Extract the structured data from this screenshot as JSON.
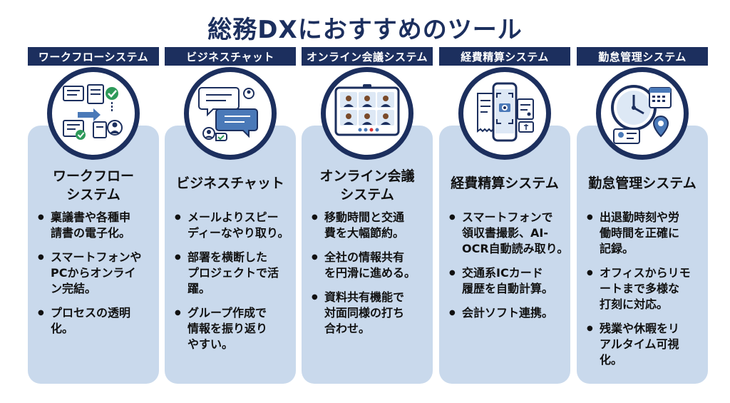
{
  "title": "総務DXにおすすめのツール",
  "columns": [
    {
      "header": "ワークフローシステム",
      "icon": "workflow-icon",
      "title_lines": [
        "ワークフロー",
        "システム"
      ],
      "bullets": [
        [
          "稟議書や各種申",
          "請書の電子化。"
        ],
        [
          "スマートフォンや",
          "PCからオンライ",
          "ン完結。"
        ],
        [
          "プロセスの透明",
          "化。"
        ]
      ]
    },
    {
      "header": "ビジネスチャット",
      "icon": "chat-bubbles-icon",
      "title_lines": [
        "ビジネスチャット"
      ],
      "bullets": [
        [
          "メールよりスピー",
          "ディーなやり取り。"
        ],
        [
          "部署を横断した",
          "プロジェクトで活",
          "躍。"
        ],
        [
          "グループ作成で",
          "情報を振り返り",
          "やすい。"
        ]
      ]
    },
    {
      "header": "オンライン会議システム",
      "icon": "video-conference-icon",
      "title_lines": [
        "オンライン会議",
        "システム"
      ],
      "bullets": [
        [
          "移動時間と交通",
          "費を大幅節約。"
        ],
        [
          "全社の情報共有",
          "を円滑に進める。"
        ],
        [
          "資料共有機能で",
          "対面同様の打ち",
          "合わせ。"
        ]
      ]
    },
    {
      "header": "経費精算システム",
      "icon": "receipt-scan-icon",
      "title_lines": [
        "経費精算システム"
      ],
      "bullets": [
        [
          "スマートフォンで",
          "領収書撮影、AI-",
          "OCR自動読み取り。"
        ],
        [
          "交通系ICカード",
          "履歴を自動計算。"
        ],
        [
          "会計ソフト連携。"
        ]
      ]
    },
    {
      "header": "勤怠管理システム",
      "icon": "clock-calendar-icon",
      "title_lines": [
        "勤怠管理システム"
      ],
      "bullets": [
        [
          "出退勤時刻や労",
          "働時間を正確に",
          "記録。"
        ],
        [
          "オフィスからリモ",
          "ートまで多様な",
          "打刻に対応。"
        ],
        [
          "残業や休暇をリ",
          "アルタイム可視",
          "化。"
        ]
      ]
    }
  ]
}
